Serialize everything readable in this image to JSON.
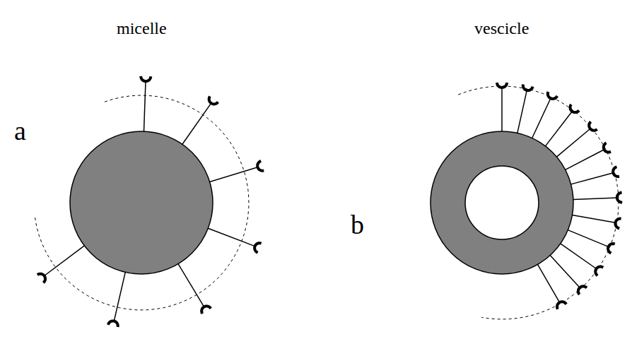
{
  "diagram": {
    "labels": [
      "micelle",
      "vescicle",
      "a",
      "b"
    ]
  }
}
